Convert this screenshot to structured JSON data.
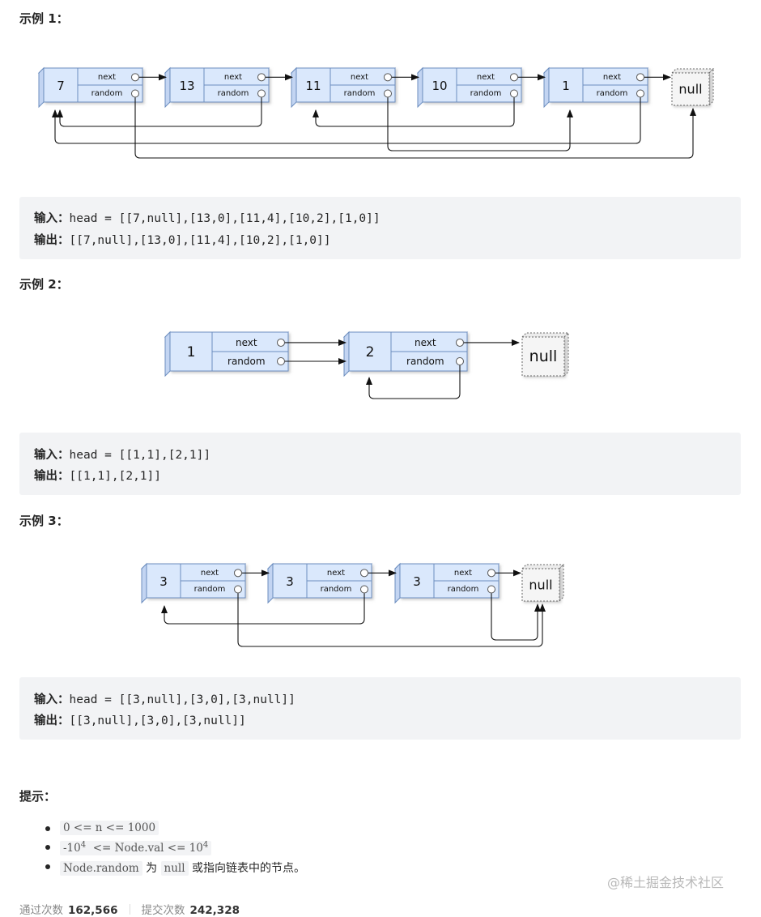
{
  "examples": [
    {
      "title": "示例 1：",
      "nodes": [
        "7",
        "13",
        "11",
        "10",
        "1"
      ],
      "input_label": "输入：",
      "input": "head = [[7,null],[13,0],[11,4],[10,2],[1,0]]",
      "output_label": "输出：",
      "output": "[[7,null],[13,0],[11,4],[10,2],[1,0]]"
    },
    {
      "title": "示例 2：",
      "nodes": [
        "1",
        "2"
      ],
      "input_label": "输入：",
      "input": "head = [[1,1],[2,1]]",
      "output_label": "输出：",
      "output": "[[1,1],[2,1]]"
    },
    {
      "title": "示例 3：",
      "nodes": [
        "3",
        "3",
        "3"
      ],
      "input_label": "输入：",
      "input": "head = [[3,null],[3,0],[3,null]]",
      "output_label": "输出：",
      "output": "[[3,null],[3,0],[3,null]]"
    }
  ],
  "node_labels": {
    "next": "next",
    "random": "random",
    "null": "null"
  },
  "colors": {
    "node_fill": "#dae8fc",
    "node_stroke": "#6c8ebf",
    "null_fill": "#f5f5f5",
    "null_stroke": "#666666",
    "code_bg": "#f2f3f5"
  },
  "tips": {
    "title": "提示：",
    "items": [
      {
        "code": "0 <= n <= 1000"
      },
      {
        "base_pre": "-10",
        "exp1": "4",
        "code_mid": "<= Node.val <=",
        "base_post": "10",
        "exp2": "4"
      },
      {
        "code": "Node.random",
        "t1": "为",
        "code2": "null",
        "t2": "或指向链表中的节点。"
      }
    ]
  },
  "watermark": "@稀土掘金技术社区",
  "footer": {
    "passed_label": "通过次数",
    "passed_value": "162,566",
    "submitted_label": "提交次数",
    "submitted_value": "242,328"
  }
}
